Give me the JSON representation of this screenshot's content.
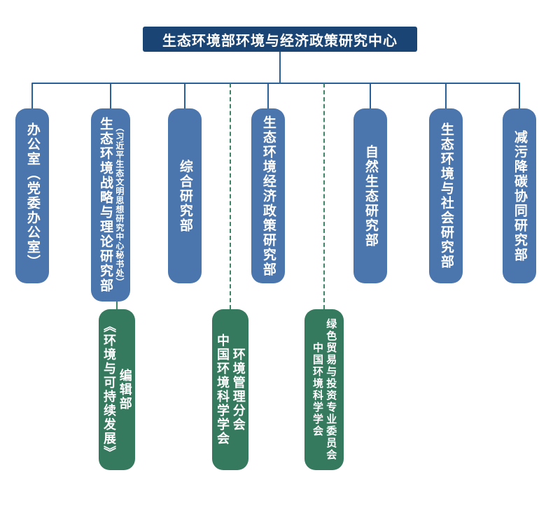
{
  "title": "生态环境部环境与经济政策研究中心",
  "departments": [
    {
      "label": "办公室（党委办公室）"
    },
    {
      "label": "生态环境战略与理论研究部",
      "sub": "（习近平生态文明思想研究中心秘书处）"
    },
    {
      "label": "综合研究部"
    },
    {
      "label": "生态环境经济政策研究部"
    },
    {
      "label": "自然生态研究部"
    },
    {
      "label": "生态环境与社会研究部"
    },
    {
      "label": "减污降碳协同研究部"
    }
  ],
  "affiliates": [
    {
      "col1": "《环境与可持续发展》",
      "col2": "编辑部"
    },
    {
      "col1": "中国环境科学学会",
      "col2": "环境管理分会"
    },
    {
      "col1": "中国环境科学学会",
      "col2": "绿色贸易与投资专业委员会"
    }
  ],
  "colors": {
    "header_bg": "#1a4474",
    "department_box": "#4b76ad",
    "affiliate_box": "#35795e",
    "connector_blue": "#2a6099",
    "connector_green": "#3d8466",
    "text": "#ffffff",
    "background": "#ffffff"
  }
}
